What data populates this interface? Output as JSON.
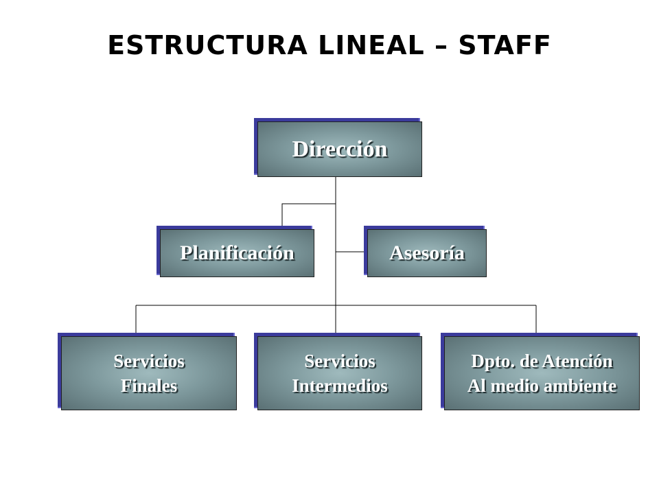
{
  "title": "ESTRUCTURA LINEAL – STAFF",
  "nodes": {
    "direccion": {
      "lines": [
        "Dirección"
      ]
    },
    "planificacion": {
      "lines": [
        "Planificación"
      ]
    },
    "asesoria": {
      "lines": [
        "Asesoría"
      ]
    },
    "servicios_finales": {
      "lines": [
        "Servicios",
        "Finales"
      ]
    },
    "servicios_intermedios": {
      "lines": [
        "Servicios",
        "Intermedios"
      ]
    },
    "dpto_atencion": {
      "lines": [
        "Dpto. de Atención",
        "Al medio ambiente"
      ]
    }
  },
  "edges": [
    [
      "direccion",
      "planificacion"
    ],
    [
      "direccion",
      "asesoria"
    ],
    [
      "direccion",
      "servicios_finales"
    ],
    [
      "direccion",
      "servicios_intermedios"
    ],
    [
      "direccion",
      "dpto_atencion"
    ]
  ],
  "colors": {
    "box_fill": "#7f9a9e",
    "box_shadow": "#3b3b9c",
    "connector": "#000000"
  }
}
